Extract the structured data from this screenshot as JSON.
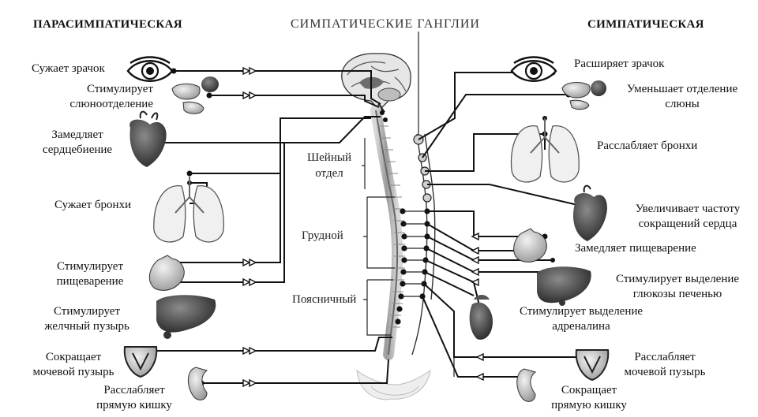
{
  "headers": {
    "left": "ПАРАСИМПАТИЧЕСКАЯ",
    "center": "СИМПАТИЧЕСКИЕ ГАНГЛИИ",
    "right": "СИМПАТИЧЕСКАЯ"
  },
  "segments": {
    "cervical": "Шейный\nотдел",
    "thoracic": "Грудной",
    "lumbar": "Поясничный"
  },
  "parasympathetic": [
    "Сужает зрачок",
    "Стимулирует\nслюноотделение",
    "Замедляет\nсердцебиение",
    "Сужает бронхи",
    "Стимулирует\nпищеварение",
    "Стимулирует\nжелчный пузырь",
    "Сокращает\nмочевой пузырь",
    "Расслабляет\nпрямую кишку"
  ],
  "sympathetic": [
    "Расширяет зрачок",
    "Уменьшает отделение\nслюны",
    "Расслабляет бронхи",
    "Увеличивает частоту\nсокращений сердца",
    "Замедляет пищеварение",
    "Стимулирует выделение\nглюкозы печенью",
    "Стимулирует выделение\nадреналина",
    "Расслабляет\nмочевой пузырь",
    "Сокращает\nпрямую кишку"
  ],
  "organs": {
    "eye": "eye-icon",
    "salivary": "salivary-gland-icon",
    "heart": "heart-icon",
    "lungs": "lungs-icon",
    "stomach": "stomach-icon",
    "liver": "liver-icon",
    "bladder": "bladder-icon",
    "rectum": "rectum-icon",
    "adrenal": "adrenal-gland-icon",
    "brain": "brain-icon",
    "spine": "spinal-cord-icon"
  }
}
